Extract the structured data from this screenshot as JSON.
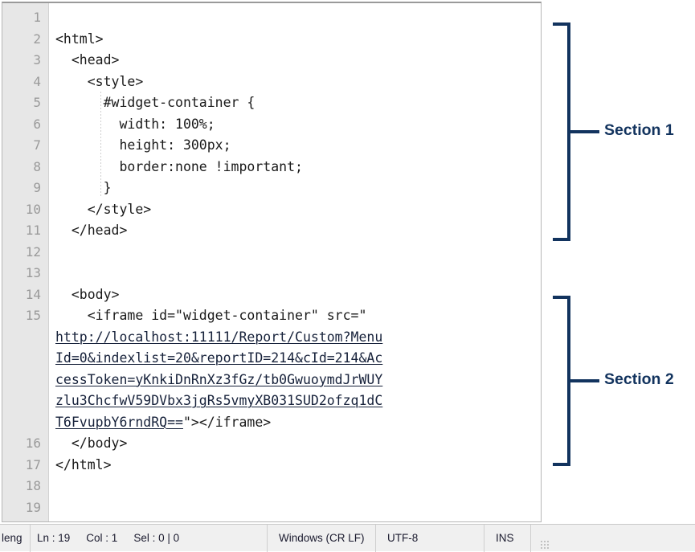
{
  "editor": {
    "line_numbers": [
      "1",
      "2",
      "3",
      "4",
      "5",
      "6",
      "7",
      "8",
      "9",
      "10",
      "11",
      "12",
      "13",
      "14",
      "15",
      "",
      "",
      "",
      "",
      "16",
      "17",
      "18",
      "19"
    ],
    "lines": [
      {
        "num": "1",
        "text": ""
      },
      {
        "num": "2",
        "text": "<html>"
      },
      {
        "num": "3",
        "text": "  <head>"
      },
      {
        "num": "4",
        "text": "    <style>"
      },
      {
        "num": "5",
        "text": "      #widget-container {"
      },
      {
        "num": "6",
        "text": "        width: 100%;"
      },
      {
        "num": "7",
        "text": "        height: 300px;"
      },
      {
        "num": "8",
        "text": "        border:none !important;"
      },
      {
        "num": "9",
        "text": "      }"
      },
      {
        "num": "10",
        "text": "    </style>"
      },
      {
        "num": "11",
        "text": "  </head>"
      },
      {
        "num": "12",
        "text": ""
      },
      {
        "num": "13",
        "text": ""
      },
      {
        "num": "14",
        "text": "  <body>"
      },
      {
        "num": "15",
        "text": "    <iframe id=\"widget-container\" src=\""
      },
      {
        "num": "",
        "text": "http://localhost:11111/Report/Custom?Menu",
        "link": true
      },
      {
        "num": "",
        "text": "Id=0&indexlist=20&reportID=214&cId=214&Ac",
        "link": true
      },
      {
        "num": "",
        "text": "cessToken=yKnkiDnRnXz3fGz/tb0GwuoymdJrWUY",
        "link": true
      },
      {
        "num": "",
        "text": "zlu3ChcfwV59DVbx3jgRs5vmyXB031SUD2ofzq1dC",
        "link": true
      },
      {
        "num": "",
        "text": "T6FvupbY6rndRQ==\"></iframe>",
        "link": true
      },
      {
        "num": "16",
        "text": "  </body>"
      },
      {
        "num": "17",
        "text": "</html>"
      },
      {
        "num": "18",
        "text": ""
      },
      {
        "num": "19",
        "text": ""
      }
    ],
    "code_line_1": "",
    "code_line_2": "<html>",
    "code_line_3": "  <head>",
    "code_line_4": "    <style>",
    "code_line_5": "      #widget-container {",
    "code_line_6": "        width: 100%;",
    "code_line_7": "        height: 300px;",
    "code_line_8": "        border:none !important;",
    "code_line_9": "      }",
    "code_line_10": "    </style>",
    "code_line_11": "  </head>",
    "code_line_12": "",
    "code_line_13": "",
    "code_line_14": "  <body>",
    "code_line_15": "    <iframe id=\"widget-container\" src=\"",
    "url_part_1": "http://localhost:11111/Report/Custom?Menu",
    "url_part_2": "Id=0&indexlist=20&reportID=214&cId=214&Ac",
    "url_part_3": "cessToken=yKnkiDnRnXz3fGz/tb0GwuoymdJrWUY",
    "url_part_4": "zlu3ChcfwV59DVbx3jgRs5vmyXB031SUD2ofzq1dC",
    "url_part_5": "T6FvupbY6rndRQ==",
    "iframe_close": "\"></iframe>",
    "code_line_16": "  </body>",
    "code_line_17": "</html>",
    "code_line_18": "",
    "code_line_19": "",
    "full_url": "http://localhost:11111/Report/Custom?MenuId=0&indexlist=20&reportID=214&cId=214&AccessToken=yKnkiDnRnXz3fGz/tb0GwuoymdJrWUYzlu3ChcfwV59DVbx3jgRs5vmyXB031SUD2ofzq1dCT6FvupbY6rndRQ=="
  },
  "status_bar": {
    "length_label": "leng",
    "line_label": "Ln : 19",
    "col_label": "Col : 1",
    "sel_label": "Sel : 0 | 0",
    "eol_mode": "Windows (CR LF)",
    "encoding": "UTF-8",
    "insert_mode": "INS"
  },
  "annotations": {
    "section_1_label": "Section 1",
    "section_2_label": "Section 2",
    "bracket_color": "#12335e"
  }
}
